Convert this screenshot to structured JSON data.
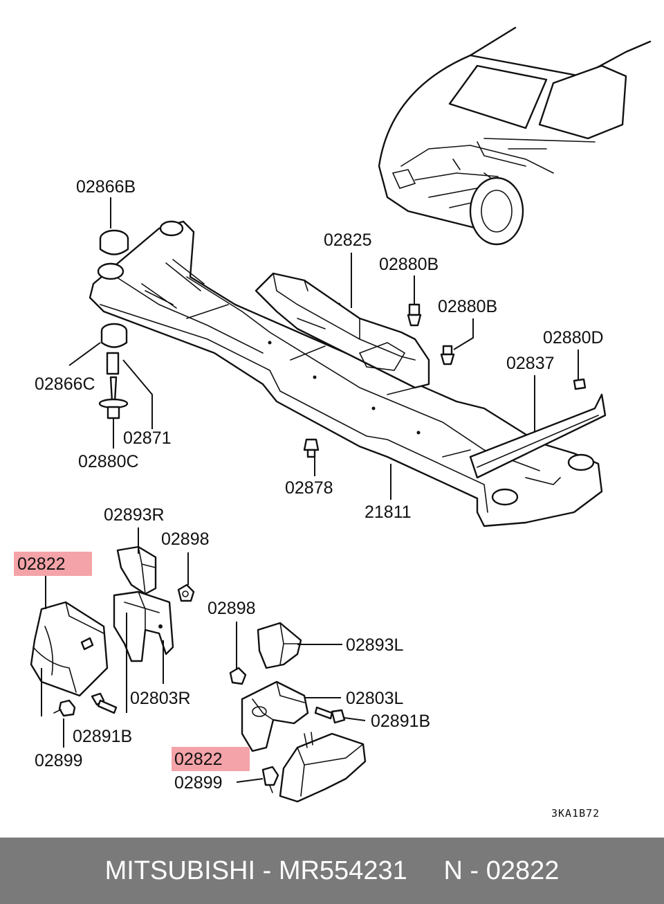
{
  "labels": {
    "l02866B": "02866B",
    "l02825": "02825",
    "l02880B_1": "02880B",
    "l02880B_2": "02880B",
    "l02880D": "02880D",
    "l02837": "02837",
    "l02866C": "02866C",
    "l02871": "02871",
    "l02880C": "02880C",
    "l02878": "02878",
    "l21811": "21811",
    "l02893R": "02893R",
    "l02898_1": "02898",
    "l02822_1": "02822",
    "l02898_2": "02898",
    "l02893L": "02893L",
    "l02803R": "02803R",
    "l02803L": "02803L",
    "l02891B_1": "02891B",
    "l02891B_2": "02891B",
    "l02899_1": "02899",
    "l02822_2": "02822",
    "l02899_2": "02899"
  },
  "diagram_code": "3KA1B72",
  "footer": {
    "brand": "MITSUBISHI",
    "sep1": " - ",
    "part_number": "MR554231",
    "gap": "     ",
    "ref": "N - 02822"
  },
  "colors": {
    "highlight": "#f4a3a8",
    "footer_bg": "#7a7a7a",
    "line": "#111111"
  }
}
